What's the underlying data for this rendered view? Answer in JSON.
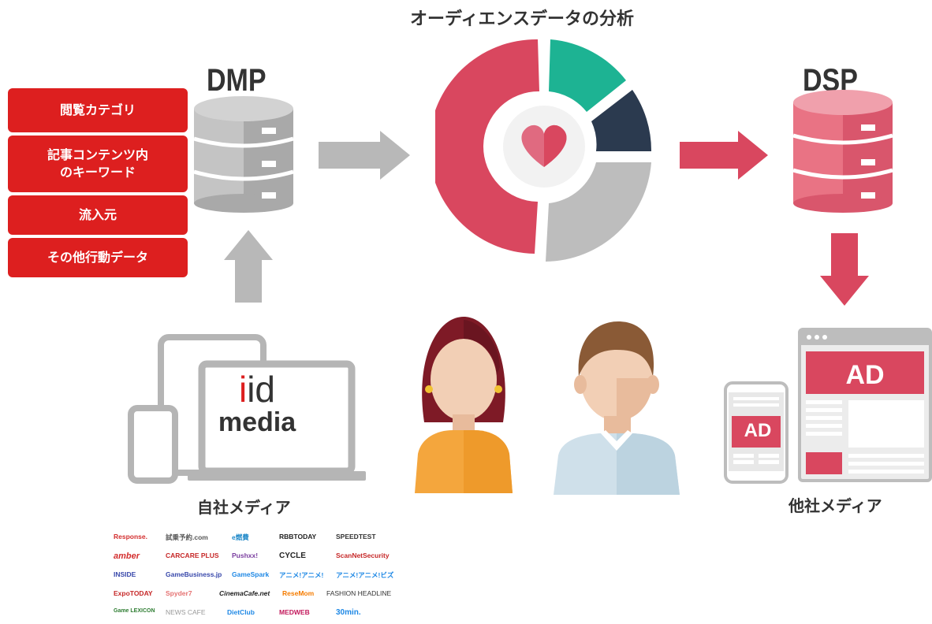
{
  "title": "オーディエンスデータの分析",
  "dmp_label": "DMP",
  "dsp_label": "DSP",
  "categories": [
    "閲覧カテゴリ",
    "記事コンテンツ内\nのキーワード",
    "流入元",
    "その他行動データ"
  ],
  "own_media": {
    "brand_line1": "iid",
    "brand_line2": "media",
    "label": "自社メディア"
  },
  "other_media": {
    "label": "他社メディア",
    "ad_label": "AD"
  },
  "logos": [
    "Response.",
    "試乗予約.com",
    "e燃費",
    "RBBTODAY",
    "SPEEDTEST",
    "amber",
    "CARCARE PLUS",
    "Pushxx!",
    "CYCLE",
    "ScanNetSecurity",
    "INSIDE",
    "GameBusiness.jp",
    "GameSpark",
    "アニメ!アニメ!",
    "アニメ!アニメ!ビズ",
    "ExpoTODAY",
    "Spyder7",
    "CinemaCafe.net",
    "ReseMom",
    "FASHION HEADLINE",
    "Game LEXICON",
    "NEWS CAFE",
    "DietClub",
    "MEDWEB",
    "30min."
  ],
  "colors": {
    "red": "#dd1f1f",
    "pink": "#d9475f",
    "teal": "#1db393",
    "navy": "#2b3a4f",
    "gray": "#b8b8b8"
  }
}
